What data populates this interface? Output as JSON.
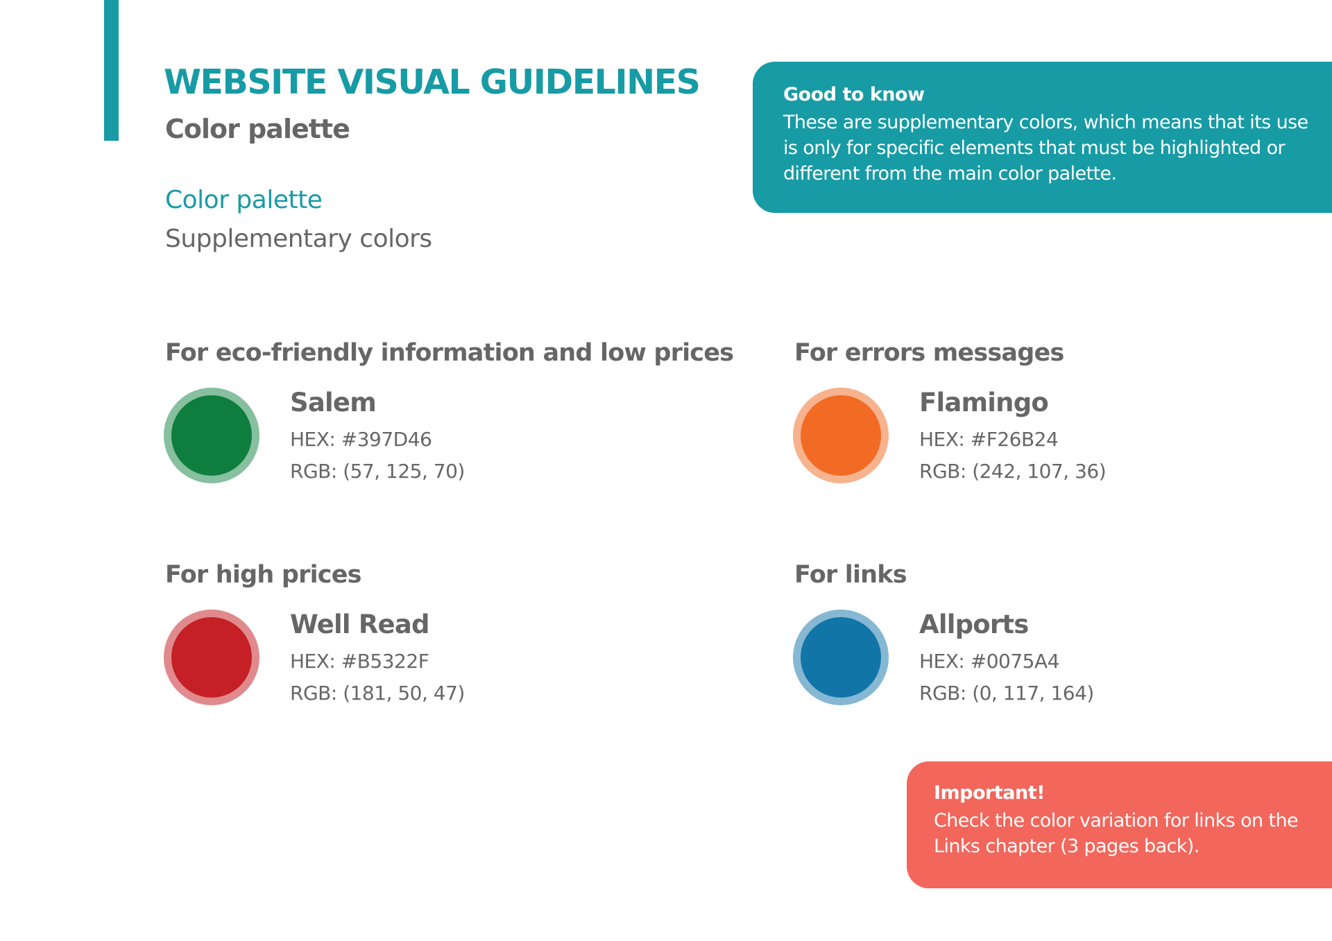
{
  "header": {
    "title": "WEBSITE VISUAL GUIDELINES",
    "subtitle": "Color palette",
    "breadcrumb": [
      "Color palette",
      "Supplementary colors"
    ]
  },
  "good_to_know": {
    "heading": "Good to know",
    "body": "These are supplementary colors, which means that its use is only for specific elements that must be highlighted or different from the main color palette."
  },
  "important": {
    "heading": "Important!",
    "body": "Check the color variation for links on the Links chapter (3 pages back)."
  },
  "colors": [
    {
      "heading": "For eco-friendly information and low prices",
      "name": "Salem",
      "hex": "HEX: #397D46",
      "rgb": "RGB: (57, 125, 70)",
      "fill": "#0F7D3E",
      "ring": "#86C09E"
    },
    {
      "heading": "For errors messages",
      "name": "Flamingo",
      "hex": "HEX: #F26B24",
      "rgb": "RGB: (242, 107, 36)",
      "fill": "#F26B24",
      "ring": "#F7B28E"
    },
    {
      "heading": "For high prices",
      "name": "Well Read",
      "hex": "HEX: #B5322F",
      "rgb": "RGB: (181, 50, 47)",
      "fill": "#C42026",
      "ring": "#E08A8D"
    },
    {
      "heading": "For links",
      "name": "Allports",
      "hex": "HEX: #0075A4",
      "rgb": "RGB: (0, 117, 164)",
      "fill": "#1175A8",
      "ring": "#86B8D3"
    }
  ],
  "accent": "#179BA5"
}
